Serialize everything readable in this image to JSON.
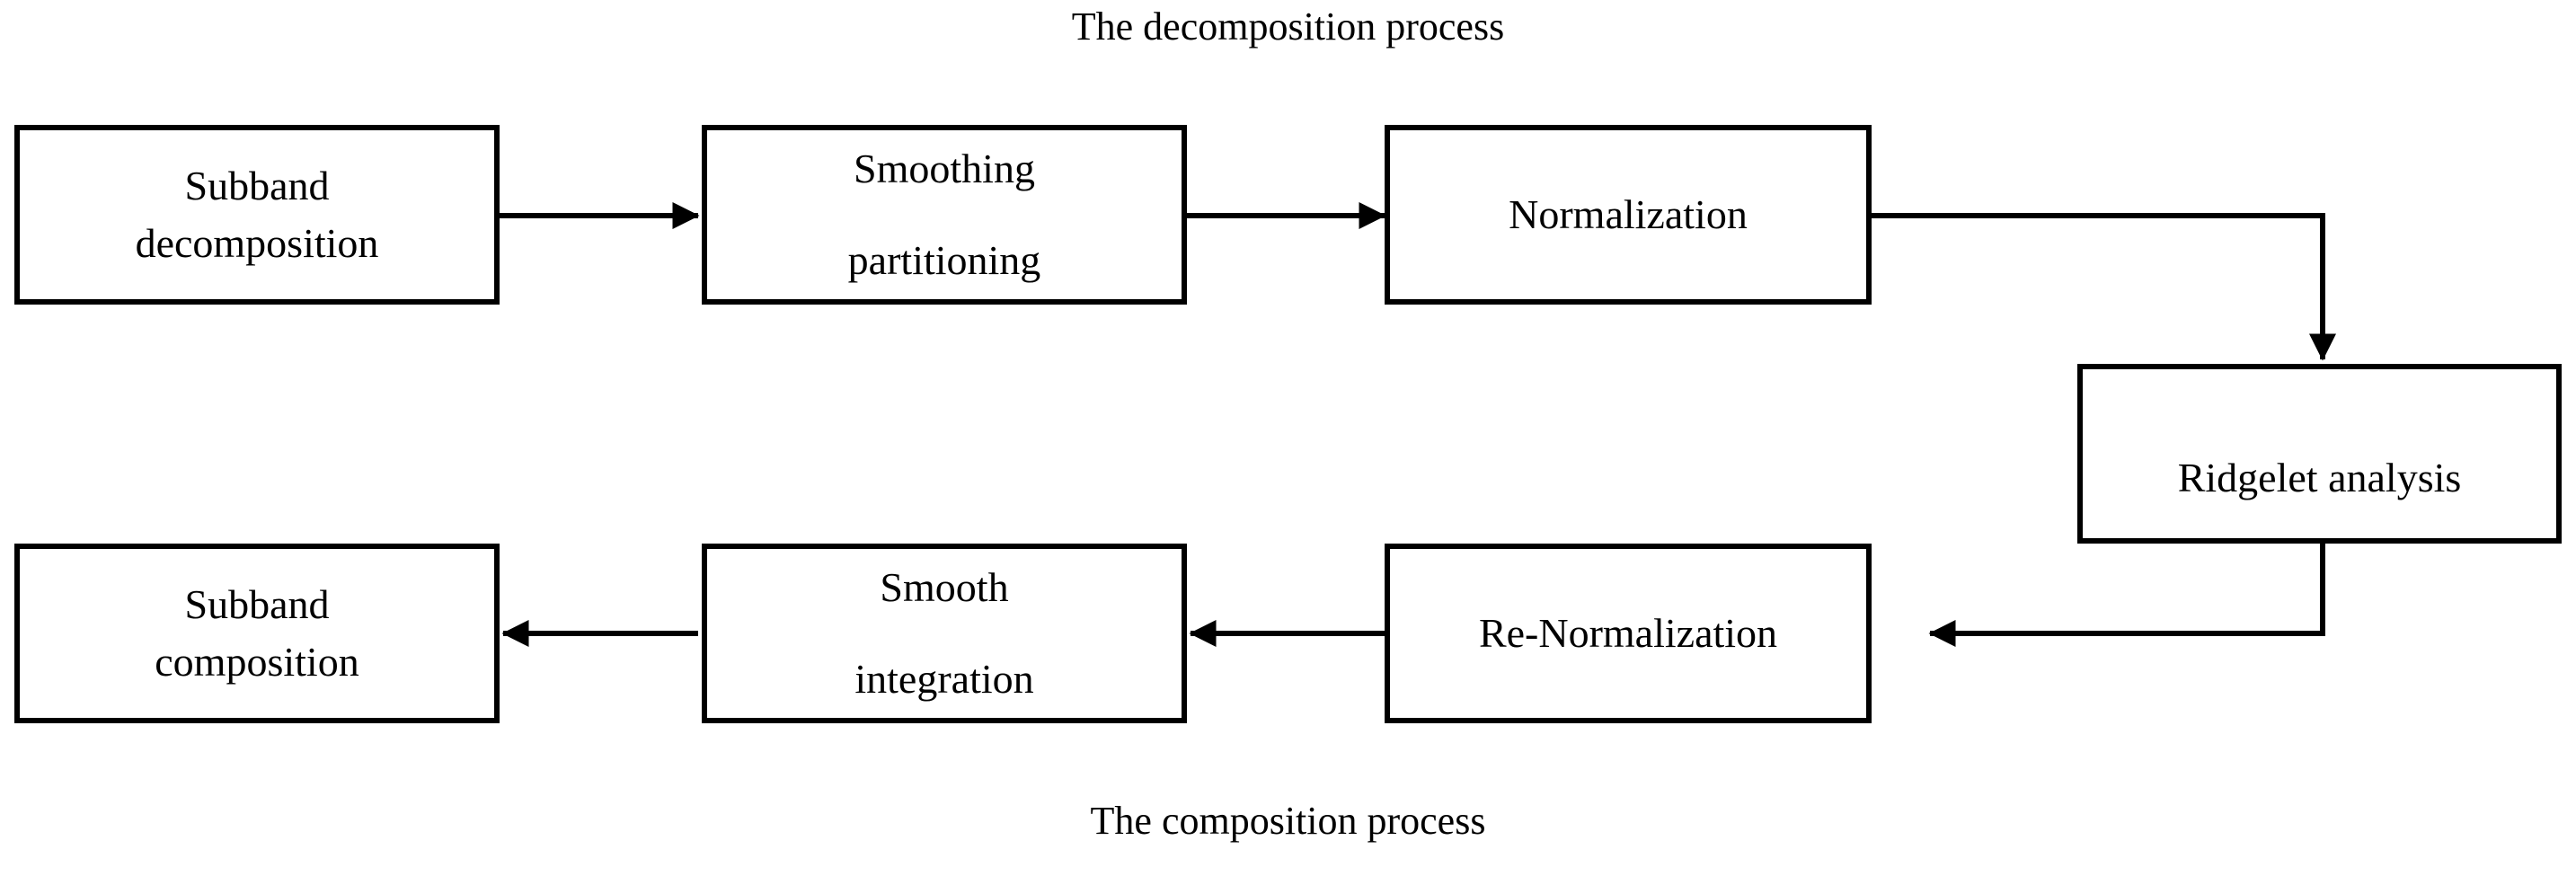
{
  "figure": {
    "top_caption": "The decomposition process",
    "bottom_caption": "The composition process",
    "stroke_color": "#000000",
    "background_color": "#ffffff"
  },
  "nodes": [
    {
      "id": "subband-decomposition",
      "line1": "Subband",
      "line2": "decomposition"
    },
    {
      "id": "smoothing-partitioning",
      "line1": "Smoothing",
      "line2": "partitioning"
    },
    {
      "id": "normalization",
      "line1": "Normalization",
      "line2": ""
    },
    {
      "id": "ridgelet-analysis",
      "line1": "Ridgelet analysis",
      "line2": ""
    },
    {
      "id": "re-normalization",
      "line1": "Re-Normalization",
      "line2": ""
    },
    {
      "id": "smooth-integration",
      "line1": "Smooth",
      "line2": "integration"
    },
    {
      "id": "subband-composition",
      "line1": "Subband",
      "line2": "composition"
    }
  ],
  "flow": {
    "decomposition_sequence": [
      "Subband decomposition",
      "Smoothing partitioning",
      "Normalization",
      "Ridgelet analysis"
    ],
    "composition_sequence": [
      "Ridgelet analysis",
      "Re-Normalization",
      "Smooth integration",
      "Subband composition"
    ]
  }
}
